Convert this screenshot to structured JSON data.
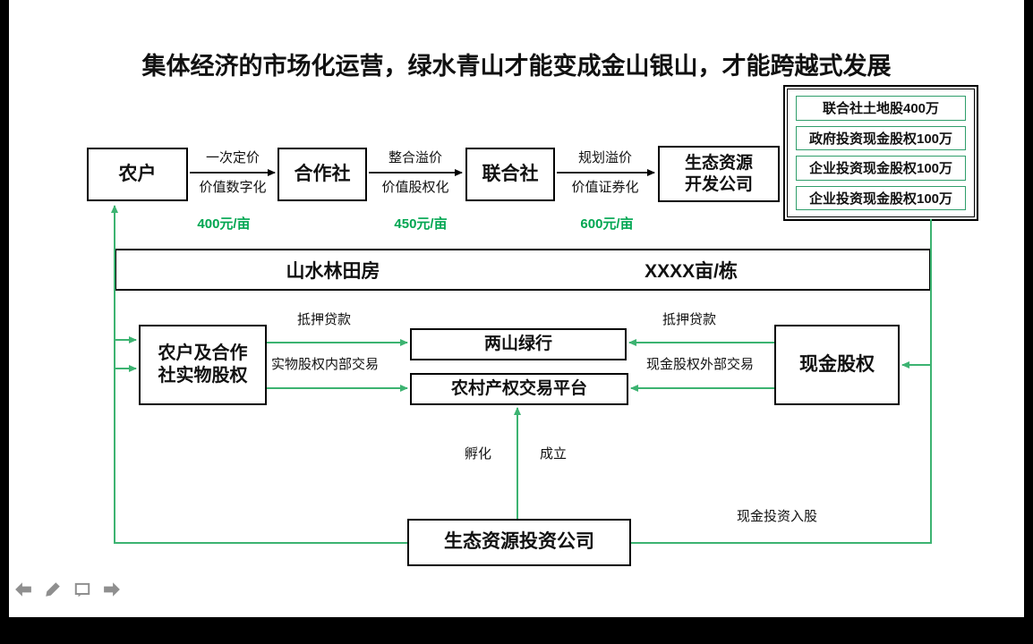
{
  "title": "集体经济的市场化运营，绿水青山才能变成金山银山，才能跨越式发展",
  "top_flow": {
    "farmer": "农户",
    "cooperative": "合作社",
    "union": "联合社",
    "eco_dev_company": "生态资源\n开发公司",
    "step1": {
      "top": "一次定价",
      "bottom": "价值数字化",
      "price": "400元/亩"
    },
    "step2": {
      "top": "整合溢价",
      "bottom": "价值股权化",
      "price": "450元/亩"
    },
    "step3": {
      "top": "规划溢价",
      "bottom": "价值证券化",
      "price": "600元/亩"
    }
  },
  "equity_stack": {
    "items": [
      "联合社土地股400万",
      "政府投资现金股权100万",
      "企业投资现金股权100万",
      "企业投资现金股权100万"
    ]
  },
  "asset_band": {
    "left": "山水林田房",
    "right": "XXXX亩/栋"
  },
  "middle": {
    "physical_equity": "农户及合作\n社实物股权",
    "two_mountain_bank": "两山绿行",
    "trade_platform": "农村产权交易平台",
    "cash_equity": "现金股权",
    "mortgage_left": "抵押贷款",
    "internal_trade": "实物股权内部交易",
    "mortgage_right": "抵押贷款",
    "external_trade": "现金股权外部交易"
  },
  "bottom": {
    "invest_company": "生态资源投资公司",
    "incubate": "孵化",
    "establish": "成立",
    "cash_investment": "现金投资入股"
  },
  "nav_icons": [
    "back-arrow",
    "pen",
    "comment",
    "forward-arrow"
  ],
  "colors": {
    "line_green": "#3CB371",
    "price_green": "#00A651",
    "border_black": "#000000",
    "frame_black": "#000000"
  }
}
